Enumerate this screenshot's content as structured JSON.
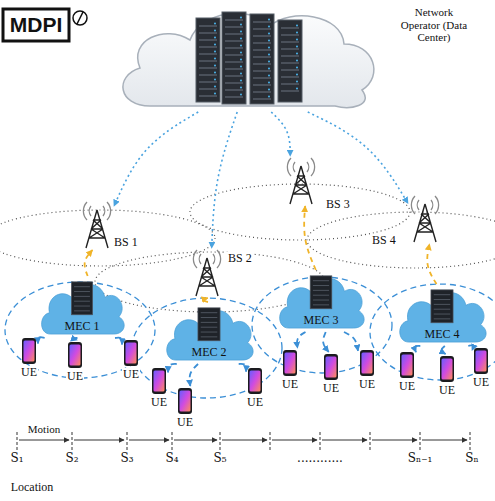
{
  "diagram": {
    "nodes": [
      {
        "text": [
          "Network Operator (Data Center)"
        ]
      },
      {
        "text": [
          "BS 1"
        ]
      },
      {
        "text": [
          "BS 2"
        ]
      },
      {
        "text": [
          "BS 3"
        ]
      },
      {
        "text": [
          "BS 4"
        ]
      },
      {
        "text": [
          "MEC 1"
        ]
      },
      {
        "text": [
          "MEC 2"
        ]
      },
      {
        "text": [
          "MEC 3"
        ]
      },
      {
        "text": [
          "MEC 4"
        ]
      },
      {
        "text": [
          "UE"
        ]
      },
      {
        "text": [
          "UE"
        ]
      },
      {
        "text": [
          "UE"
        ]
      },
      {
        "text": [
          "UE"
        ]
      },
      {
        "text": [
          "UE"
        ]
      },
      {
        "text": [
          "UE"
        ]
      },
      {
        "text": [
          "UE"
        ]
      },
      {
        "text": [
          "UE"
        ]
      },
      {
        "text": [
          "UE"
        ]
      },
      {
        "text": [
          "UE"
        ]
      },
      {
        "text": [
          "UE"
        ]
      },
      {
        "text": [
          "UE"
        ]
      }
    ],
    "edges": [
      {
        "from": 0,
        "to": 1,
        "arrow": "to"
      },
      {
        "from": 0,
        "to": 2,
        "arrow": "to"
      },
      {
        "from": 0,
        "to": 3,
        "arrow": "to"
      },
      {
        "from": 0,
        "to": 4,
        "arrow": "to"
      },
      {
        "from": 5,
        "to": 1,
        "arrow": "to"
      },
      {
        "from": 6,
        "to": 2,
        "arrow": "to"
      },
      {
        "from": 7,
        "to": 3,
        "arrow": "to"
      },
      {
        "from": 8,
        "to": 4,
        "arrow": "to"
      },
      {
        "from": 5,
        "to": 9,
        "arrow": "to"
      },
      {
        "from": 5,
        "to": 10,
        "arrow": "to"
      },
      {
        "from": 5,
        "to": 11,
        "arrow": "to"
      },
      {
        "from": 6,
        "to": 12,
        "arrow": "to"
      },
      {
        "from": 6,
        "to": 13,
        "arrow": "to"
      },
      {
        "from": 6,
        "to": 14,
        "arrow": "to"
      },
      {
        "from": 7,
        "to": 15,
        "arrow": "to"
      },
      {
        "from": 7,
        "to": 16,
        "arrow": "to"
      },
      {
        "from": 7,
        "to": 17,
        "arrow": "to"
      },
      {
        "from": 8,
        "to": 18,
        "arrow": "to"
      },
      {
        "from": 8,
        "to": 19,
        "arrow": "to"
      },
      {
        "from": 8,
        "to": 20,
        "arrow": "to"
      }
    ],
    "labels": [
      "MDPI",
      "S₁",
      "S₂",
      "S₃",
      "S₄",
      "S₅",
      "............",
      "Sₙ₋₁",
      "Sₙ",
      "Motion",
      "Location"
    ]
  }
}
